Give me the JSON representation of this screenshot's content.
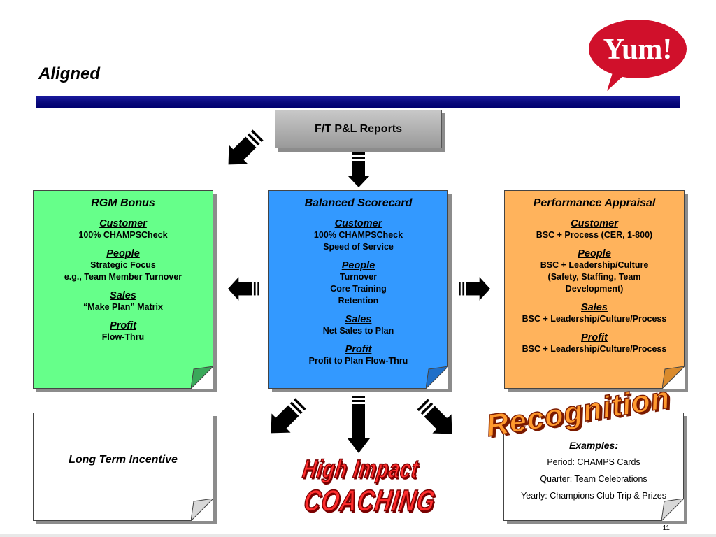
{
  "slide": {
    "title": "Aligned",
    "page_number": "11",
    "logo_text": "Yum!",
    "top_box": "F/T P&L Reports",
    "rgm": {
      "heading": "RGM Bonus",
      "sections": [
        {
          "cat": "Customer",
          "lines": [
            "100% CHAMPSCheck"
          ]
        },
        {
          "cat": "People",
          "lines": [
            "Strategic Focus",
            "e.g., Team Member Turnover"
          ]
        },
        {
          "cat": "Sales",
          "lines": [
            "“Make Plan” Matrix"
          ]
        },
        {
          "cat": "Profit",
          "lines": [
            "Flow-Thru"
          ]
        }
      ]
    },
    "bsc": {
      "heading": "Balanced Scorecard",
      "sections": [
        {
          "cat": "Customer",
          "lines": [
            "100% CHAMPSCheck",
            "Speed of Service"
          ]
        },
        {
          "cat": "People",
          "lines": [
            "Turnover",
            "Core Training",
            "Retention"
          ]
        },
        {
          "cat": "Sales",
          "lines": [
            "Net Sales to Plan"
          ]
        },
        {
          "cat": "Profit",
          "lines": [
            "Profit to Plan Flow-Thru"
          ]
        }
      ]
    },
    "pa": {
      "heading": "Performance Appraisal",
      "sections": [
        {
          "cat": "Customer",
          "lines": [
            "BSC + Process (CER, 1-800)"
          ]
        },
        {
          "cat": "People",
          "lines": [
            "BSC + Leadership/Culture",
            "(Safety, Staffing, Team",
            "Development)"
          ]
        },
        {
          "cat": "Sales",
          "lines": [
            "BSC + Leadership/Culture/Process"
          ]
        },
        {
          "cat": "Profit",
          "lines": [
            "BSC + Leadership/Culture/Process"
          ]
        }
      ]
    },
    "lti": "Long Term Incentive",
    "coaching": {
      "line1": "High Impact",
      "line2": "COACHING"
    },
    "recognition": {
      "word": "Recognition",
      "examples_heading": "Examples:",
      "examples": [
        "Period:  CHAMPS Cards",
        "Quarter:  Team Celebrations",
        "Yearly:  Champions Club Trip & Prizes"
      ]
    },
    "colors": {
      "rgm_box": "#66ff8a",
      "bsc_box": "#3399ff",
      "pa_box": "#ffb35c",
      "title_bar": "#0a0a7c",
      "logo_red": "#d0102b"
    }
  }
}
